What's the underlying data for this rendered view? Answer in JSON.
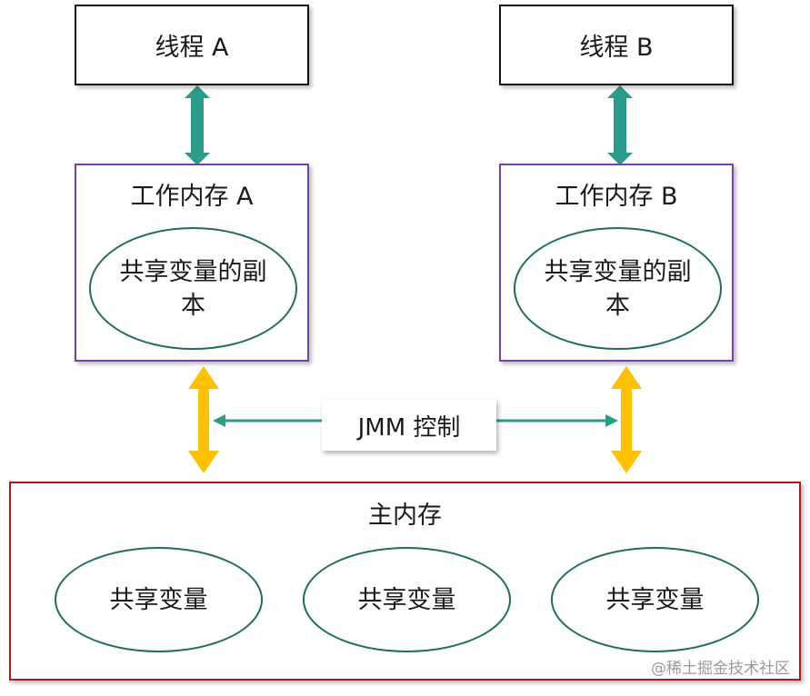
{
  "thread_a": {
    "label": "线程 A"
  },
  "thread_b": {
    "label": "线程 B"
  },
  "work_memory_a": {
    "title": "工作内存 A",
    "copy_label": "共享变量的副本"
  },
  "work_memory_b": {
    "title": "工作内存 B",
    "copy_label": "共享变量的副本"
  },
  "jmm_control": {
    "label": "JMM 控制"
  },
  "main_memory": {
    "title": "主内存",
    "variables": [
      "共享变量",
      "共享变量",
      "共享变量"
    ]
  },
  "watermark": "@稀土掘金技术社区",
  "colors": {
    "thread_border": "#111111",
    "work_memory_border": "#7a3fa8",
    "main_memory_border": "#b8141b",
    "ellipse_border": "#1f6e5c",
    "teal_arrow": "#2a9d8a",
    "yellow_arrow": "#ffc000"
  }
}
